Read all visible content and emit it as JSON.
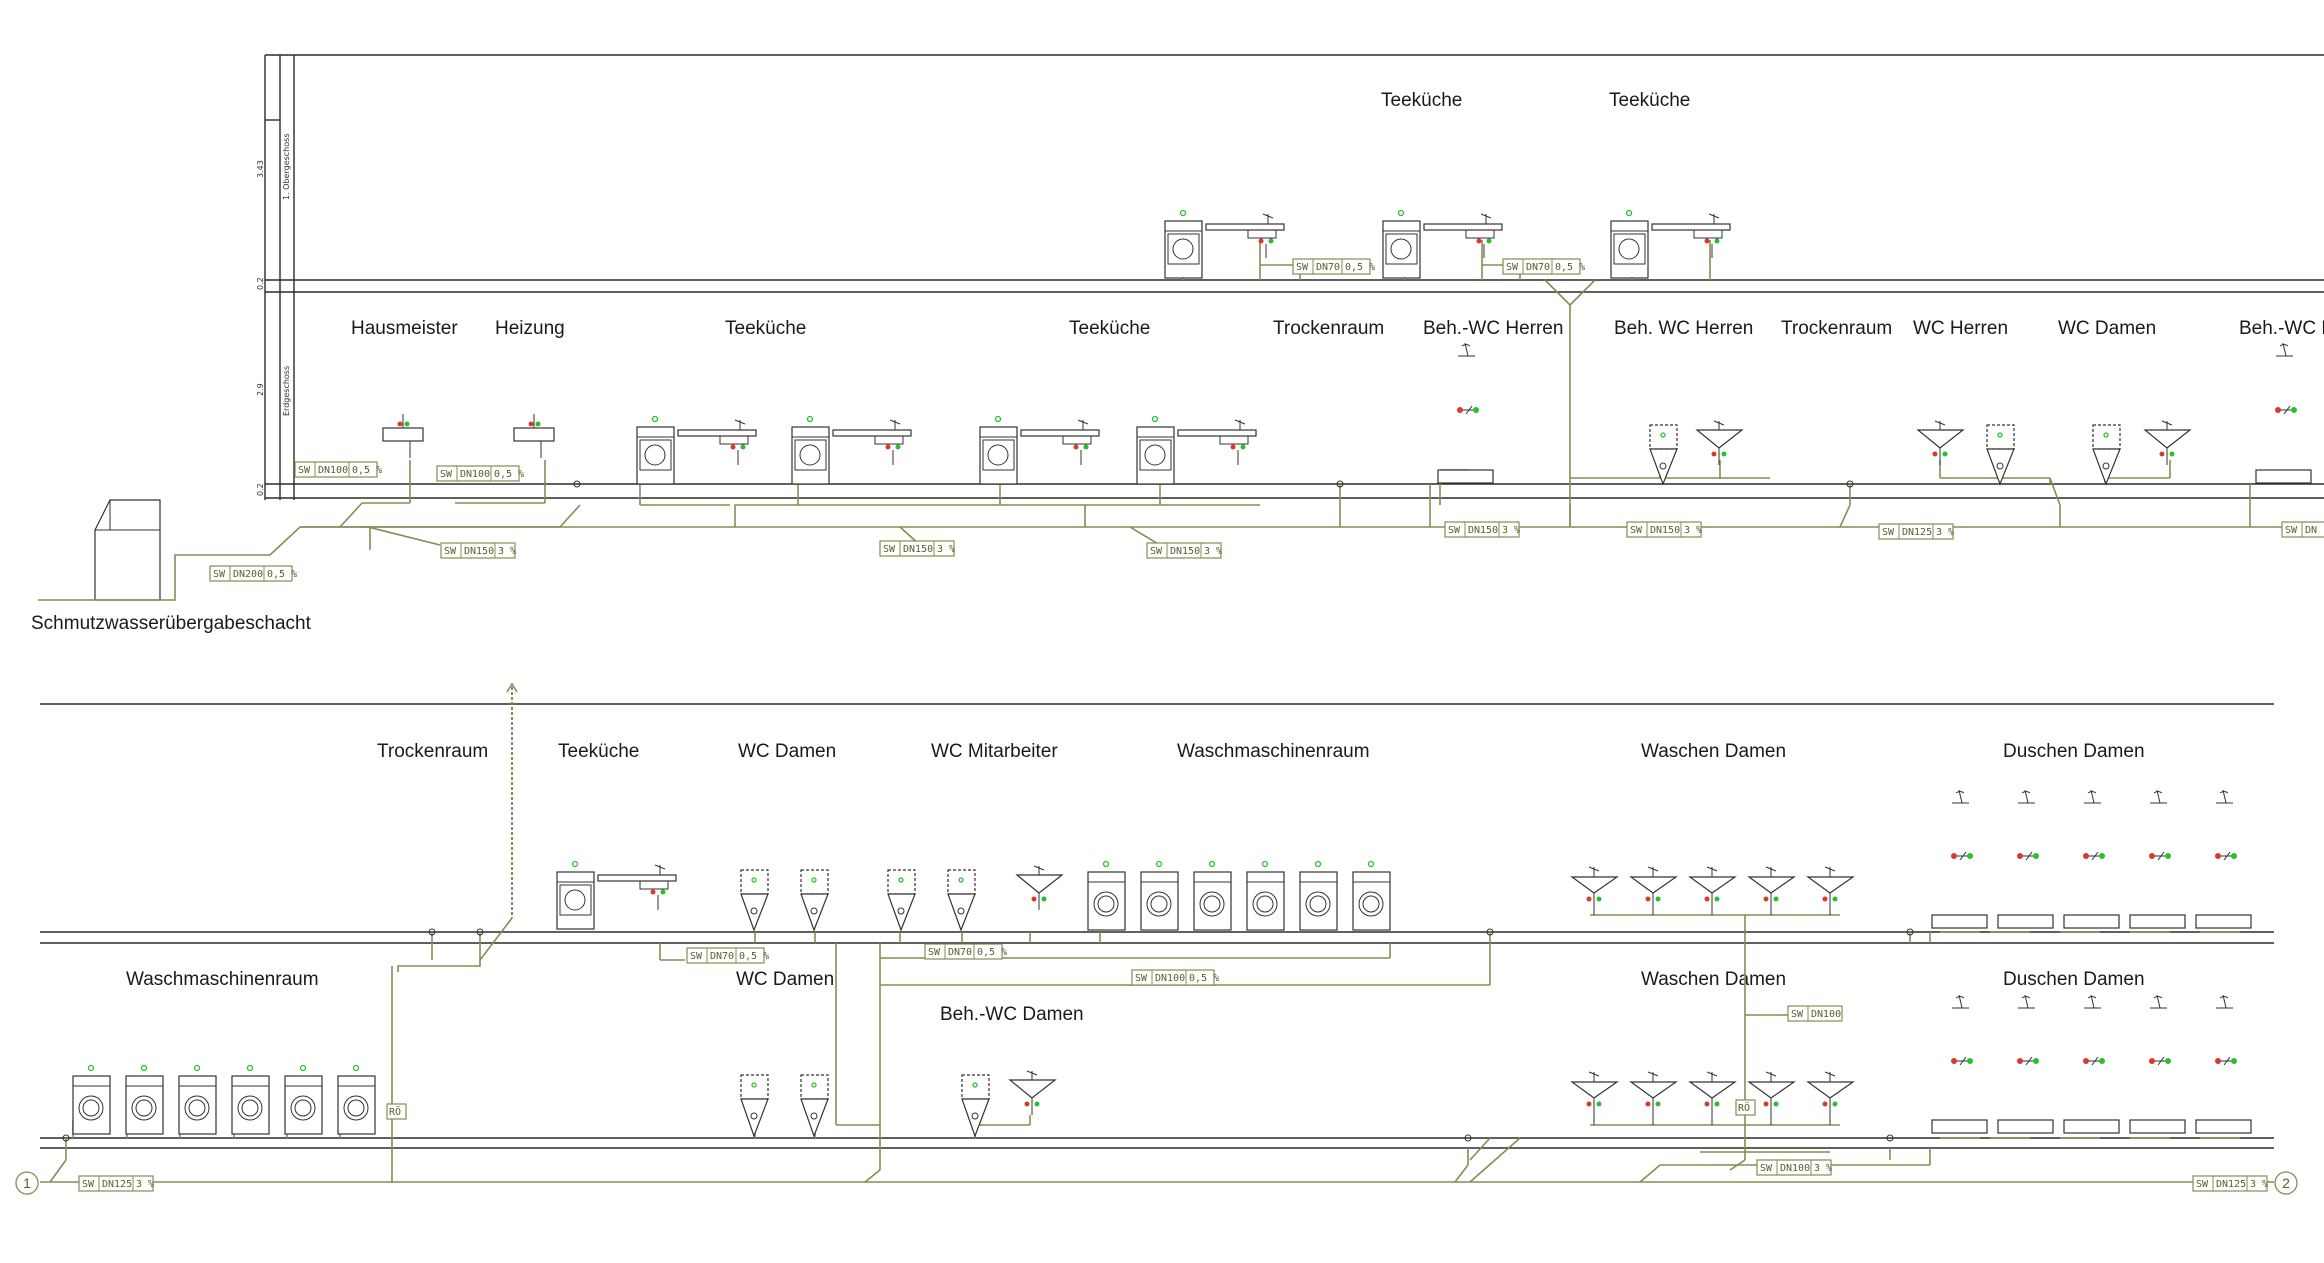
{
  "levels": [
    {
      "number": "3.43",
      "name": "1. Obergeschoss"
    },
    {
      "number": "0.2",
      "name": ""
    },
    {
      "number": "2.9",
      "name": "Erdgeschoss"
    },
    {
      "number": "0.2",
      "name": ""
    }
  ],
  "rooms_og": [
    "Teeküche",
    "Teeküche"
  ],
  "rooms_eg": [
    "Hausmeister",
    "Heizung",
    "Teeküche",
    "Teeküche",
    "Trockenraum",
    "Beh.-WC Herren",
    "Beh. WC Herren",
    "Trockenraum",
    "WC Herren",
    "WC Damen",
    "Beh.-WC D"
  ],
  "shaft_label": "Schmutzwasserübergabeschacht",
  "rooms_lower_a": [
    "Trockenraum",
    "Teeküche",
    "WC Damen",
    "WC Mitarbeiter",
    "Waschmaschinenraum",
    "Waschen Damen",
    "Duschen Damen"
  ],
  "rooms_lower_b": [
    "Waschmaschinenraum",
    "WC Damen",
    "Beh.-WC Damen",
    "Waschen Damen",
    "Duschen Damen"
  ],
  "tags": [
    {
      "sw": "SW",
      "dn": "DN70",
      "slope": "0,5 %"
    },
    {
      "sw": "SW",
      "dn": "DN70",
      "slope": "0,5 %"
    },
    {
      "sw": "SW",
      "dn": "DN100",
      "slope": "0,5 %"
    },
    {
      "sw": "SW",
      "dn": "DN100",
      "slope": "0,5 %"
    },
    {
      "sw": "SW",
      "dn": "DN200",
      "slope": "0,5 %"
    },
    {
      "sw": "SW",
      "dn": "DN150",
      "slope": "3 %"
    },
    {
      "sw": "SW",
      "dn": "DN150",
      "slope": "3 %"
    },
    {
      "sw": "SW",
      "dn": "DN150",
      "slope": "3 %"
    },
    {
      "sw": "SW",
      "dn": "DN150",
      "slope": "3 %"
    },
    {
      "sw": "SW",
      "dn": "DN150",
      "slope": "3 %"
    },
    {
      "sw": "SW",
      "dn": "DN125",
      "slope": "3 %"
    },
    {
      "sw": "SW",
      "dn": "DN",
      "slope": ""
    },
    {
      "sw": "SW",
      "dn": "DN70",
      "slope": "0,5 %"
    },
    {
      "sw": "SW",
      "dn": "DN70",
      "slope": "0,5 %"
    },
    {
      "sw": "SW",
      "dn": "DN100",
      "slope": "0,5 %"
    },
    {
      "sw": "SW",
      "dn": "DN100",
      "slope": ""
    },
    {
      "sw": "SW",
      "dn": "DN125",
      "slope": "3 %"
    },
    {
      "sw": "SW",
      "dn": "DN100",
      "slope": "3 %"
    },
    {
      "sw": "SW",
      "dn": "DN125",
      "slope": "3 %"
    }
  ],
  "ro_labels": [
    "RÖ",
    "RÖ"
  ],
  "markers": [
    "1",
    "2"
  ],
  "colors": {
    "pipe": "#8a8a52",
    "wall": "#2b2b2b",
    "accent_green": "#2bbf2b",
    "accent_red": "#d93a2b"
  }
}
